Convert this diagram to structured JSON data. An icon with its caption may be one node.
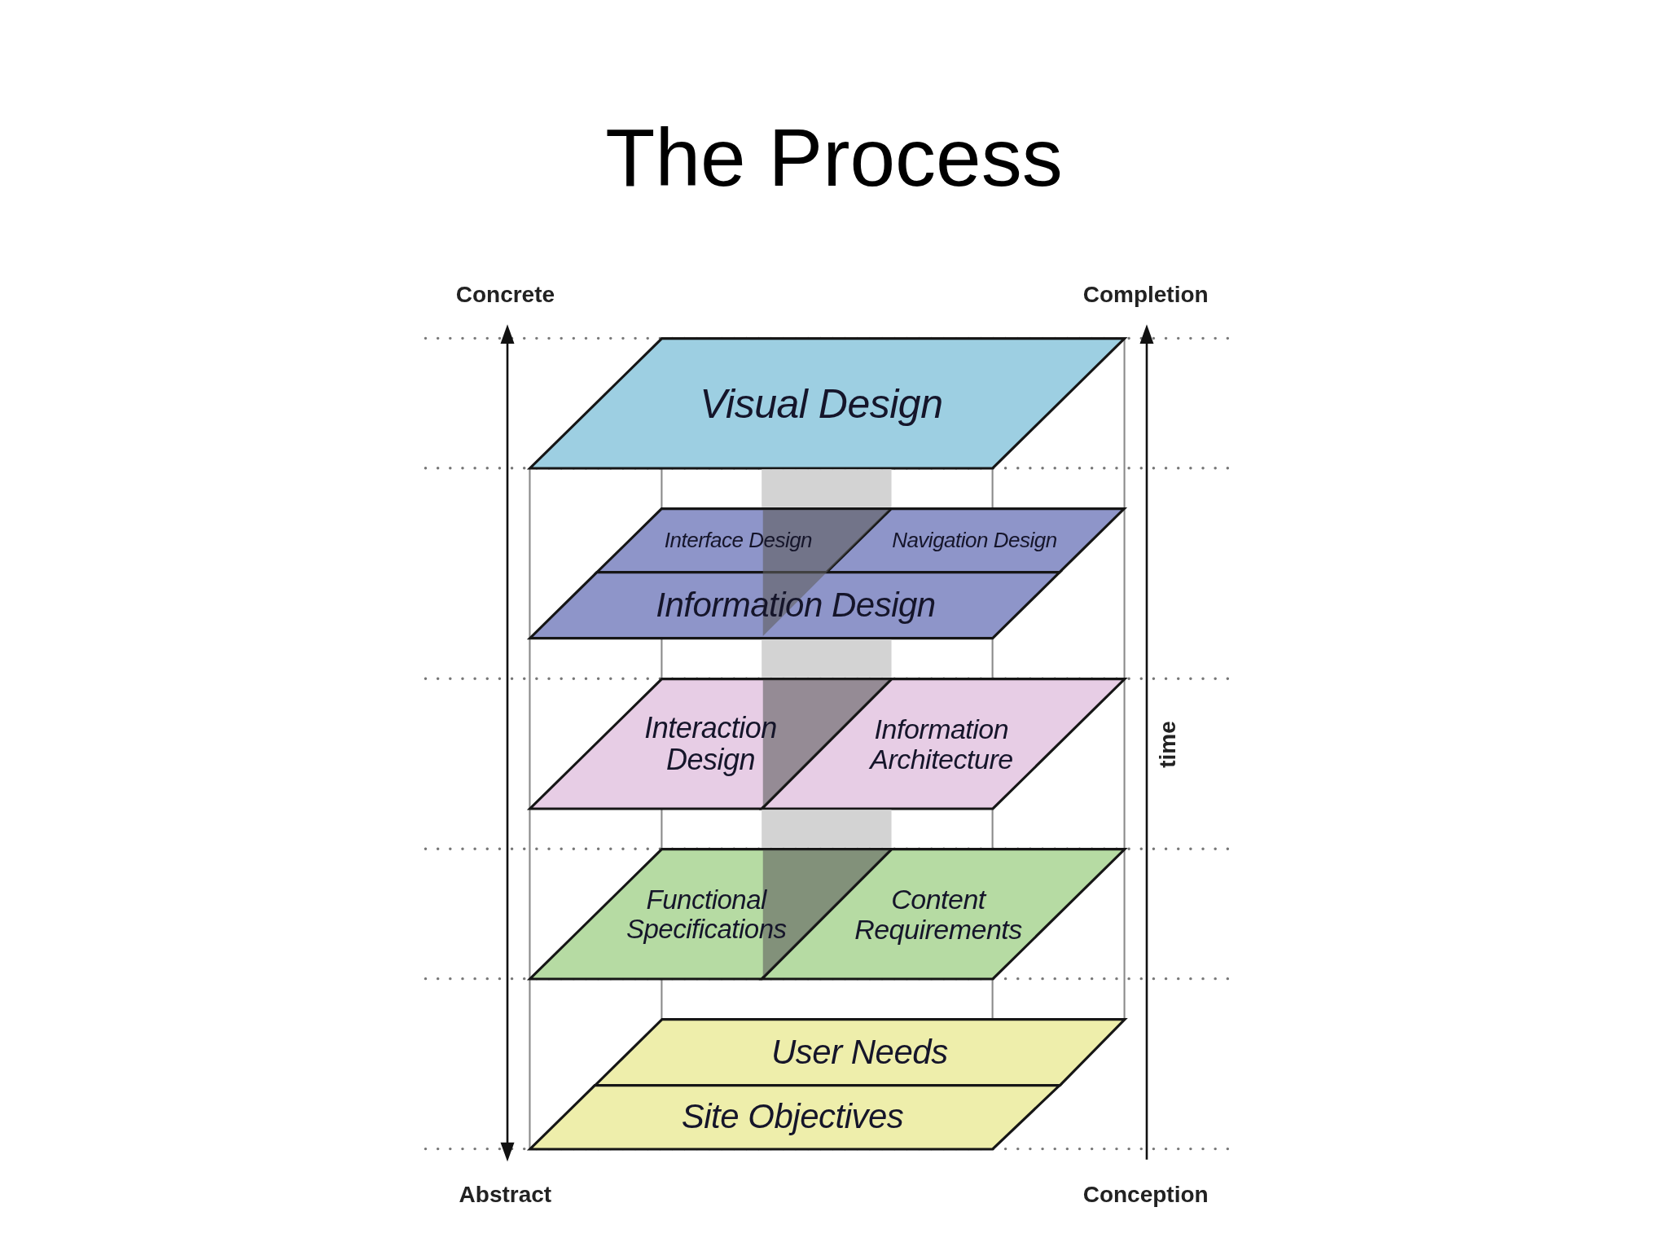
{
  "diagram": {
    "title": "The Process",
    "nodes": [
      {
        "text": [
          "Visual Design"
        ]
      },
      {
        "text": [
          "Interface Design"
        ]
      },
      {
        "text": [
          "Navigation Design"
        ]
      },
      {
        "text": [
          "Information Design"
        ]
      },
      {
        "text": [
          "Interaction Design"
        ]
      },
      {
        "text": [
          "Information Architecture"
        ]
      },
      {
        "text": [
          "Functional Specifications"
        ]
      },
      {
        "text": [
          "Content Requirements"
        ]
      },
      {
        "text": [
          "User Needs"
        ]
      },
      {
        "text": [
          "Site Objectives"
        ]
      }
    ],
    "labels": [
      "Concrete",
      "Completion",
      "time",
      "Abstract",
      "Conception"
    ]
  }
}
